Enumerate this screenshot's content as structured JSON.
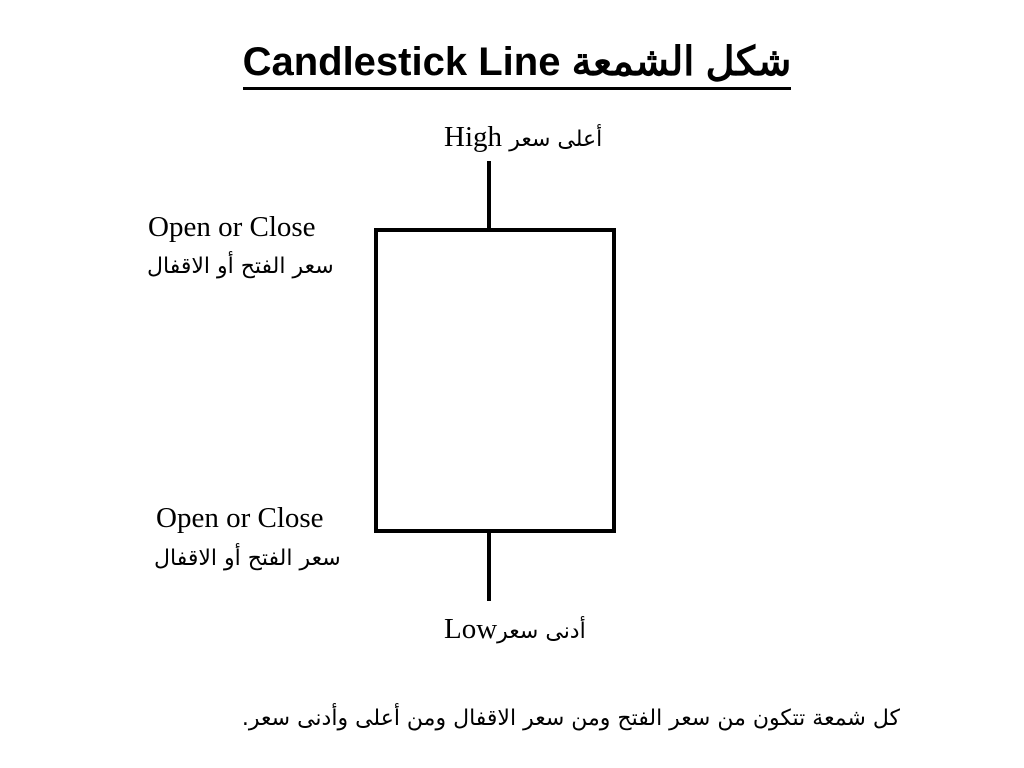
{
  "title": {
    "english": "Candlestick Line",
    "arabic": "شكل الشمعة"
  },
  "labels": {
    "high_en": "High",
    "high_ar": "أعلى سعر",
    "low_en": "Low",
    "low_ar": "أدنى سعر",
    "open_close_top_en": "Open or Close",
    "open_close_top_ar": "سعر الفتح أو الاقفال",
    "open_close_bottom_en": "Open or Close",
    "open_close_bottom_ar": "سعر الفتح أو الاقفال"
  },
  "footer": "كل شمعة تتكون من سعر الفتح ومن سعر الاقفال ومن أعلى وأدنى سعر."
}
